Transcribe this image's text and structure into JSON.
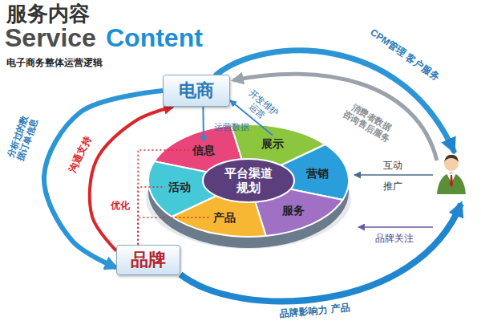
{
  "diagram": {
    "title": "服务内容",
    "nodes": [
      {
        "text": [
          "电商"
        ]
      },
      {
        "text": [
          "品牌"
        ]
      },
      {
        "text": [
          "平台渠道 规划"
        ]
      },
      {
        "text": [
          "信息"
        ]
      },
      {
        "text": [
          "展示"
        ]
      },
      {
        "text": [
          "营销"
        ]
      },
      {
        "text": [
          "服务"
        ]
      },
      {
        "text": [
          "产品"
        ]
      },
      {
        "text": [
          "活动"
        ]
      }
    ],
    "edges": [
      {
        "from": 0,
        "to": 1,
        "label": "分析过的数 据订单信息",
        "arrow": "to"
      },
      {
        "from": 1,
        "to": 0,
        "label": "沟通支持",
        "arrow": "to"
      },
      {
        "from": 4,
        "to": 0,
        "label": "开发维护 运营",
        "arrow": "to"
      },
      {
        "from": 0,
        "to": 3,
        "label": "运营数据",
        "arrow": "to"
      },
      {
        "from": 1,
        "to": 3,
        "arrow": "none"
      },
      {
        "from": 1,
        "to": 8,
        "arrow": "none"
      },
      {
        "from": 1,
        "to": 7,
        "arrow": "none"
      }
    ],
    "labels": [
      "Service",
      "Content",
      "电子商务整体运营逻辑",
      "CPM管理 客户服务",
      "消费者数据 咨询售后服务",
      "互动",
      "推广",
      "品牌关注",
      "品牌影响力 产品",
      "优化"
    ]
  }
}
